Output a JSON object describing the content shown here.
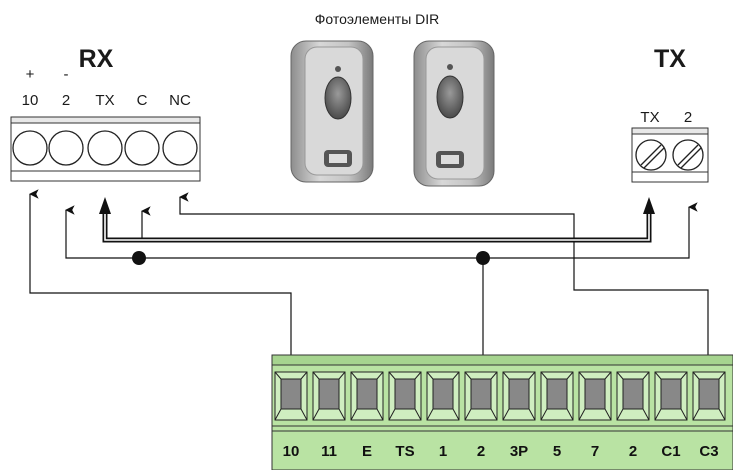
{
  "title": "Фотоэлементы DIR",
  "rx": {
    "name": "RX",
    "polarity": [
      "+",
      "-"
    ],
    "terminals": [
      "10",
      "2",
      "TX",
      "C",
      "NC"
    ]
  },
  "tx": {
    "name": "TX",
    "terminals": [
      "TX",
      "2"
    ]
  },
  "board": {
    "terminals": [
      "10",
      "11",
      "E",
      "TS",
      "1",
      "2",
      "3P",
      "5",
      "7",
      "2",
      "C1",
      "C3"
    ],
    "color": "#b9e3a3"
  }
}
